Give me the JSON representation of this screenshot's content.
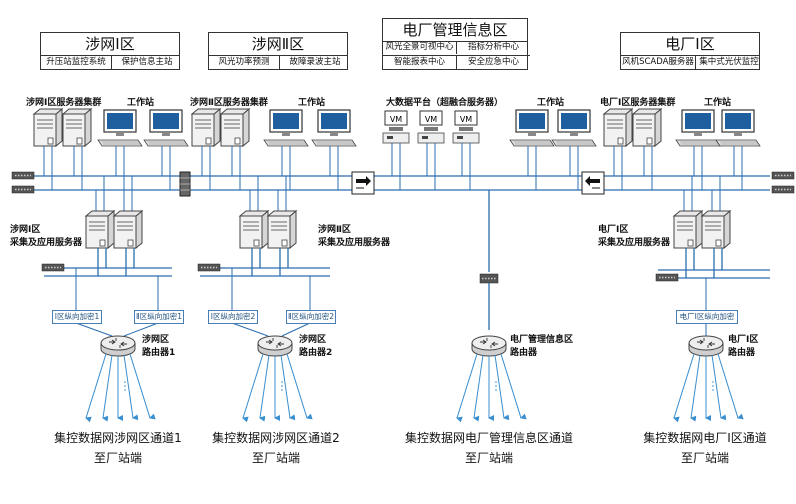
{
  "zones": {
    "z1": {
      "title": "涉网Ⅰ区",
      "cells": [
        "升压站监控系统",
        "保护信息主站"
      ]
    },
    "z2": {
      "title": "涉网Ⅱ区",
      "cells": [
        "风光功率预测",
        "故障录波主站"
      ]
    },
    "mgmt": {
      "title": "电厂管理信息区",
      "cells": [
        "风光全景可视中心",
        "指标分析中心",
        "智能报表中心",
        "安全应急中心"
      ]
    },
    "z4": {
      "title": "电厂Ⅰ区",
      "cells": [
        "风机SCADA服务器",
        "集中式光伏监控"
      ]
    }
  },
  "labels": {
    "cluster1": "涉网Ⅰ区服务器集群",
    "ws1": "工作站",
    "cluster2": "涉网Ⅱ区服务器集群",
    "ws2": "工作站",
    "bigdata": "大数据平台（超融合服务器）",
    "ws3": "工作站",
    "cluster4": "电厂Ⅰ区服务器集群",
    "ws4": "工作站",
    "vm": "VM",
    "acq1_a": "涉网Ⅰ区",
    "acq1_b": "采集及应用服务器",
    "acq2_a": "涉网Ⅱ区",
    "acq2_b": "采集及应用服务器",
    "acq4_a": "电厂Ⅰ区",
    "acq4_b": "采集及应用服务器",
    "enc1a": "Ⅰ区纵向加密1",
    "enc1b": "Ⅱ区纵向加密1",
    "enc2a": "Ⅰ区纵向加密2",
    "enc2b": "Ⅱ区纵向加密2",
    "enc4": "电厂Ⅰ区纵向加密",
    "r1_a": "涉网区",
    "r1_b": "路由器1",
    "r2_a": "涉网区",
    "r2_b": "路由器2",
    "r3_a": "电厂管理信息区",
    "r3_b": "路由器",
    "r4_a": "电厂Ⅰ区",
    "r4_b": "路由器"
  },
  "channels": [
    {
      "line1": "集控数据网涉网区通道1",
      "line2": "至厂站端"
    },
    {
      "line1": "集控数据网涉网区通道2",
      "line2": "至厂站端"
    },
    {
      "line1": "集控数据网电厂管理信息区通道",
      "line2": "至厂站端"
    },
    {
      "line1": "集控数据网电厂Ⅰ区通道",
      "line2": "至厂站端"
    }
  ],
  "colors": {
    "network": "#2a6db0",
    "arrow": "#3a8fd0",
    "device": "#555555",
    "screen": "#1f5f9f"
  }
}
